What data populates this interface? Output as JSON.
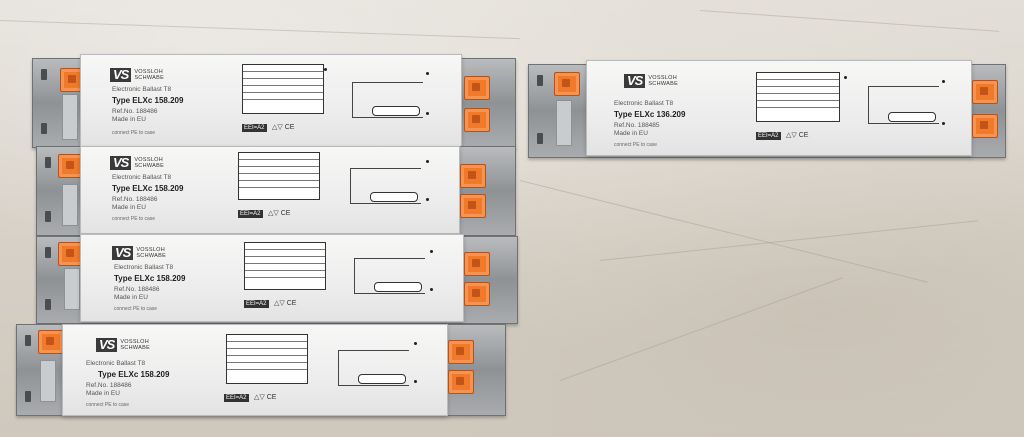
{
  "scene": {
    "description_free": true,
    "ballasts": [
      {
        "id": "ballast-1",
        "brand_mark": "VS",
        "brand_name": "VOSSLOH SCHWABE",
        "product_line": "Electronic Ballast T8",
        "type": "Type ELXc 158.209",
        "ref": "Ref.No. 188486",
        "made_in": "Made in EU",
        "eei": "EEI=A2",
        "connect_note": "connect PE to case"
      },
      {
        "id": "ballast-2",
        "brand_mark": "VS",
        "brand_name": "VOSSLOH SCHWABE",
        "product_line": "Electronic Ballast T8",
        "type": "Type ELXc 158.209",
        "ref": "Ref.No. 188486",
        "made_in": "Made in EU",
        "eei": "EEI=A2",
        "connect_note": "connect PE to case"
      },
      {
        "id": "ballast-3",
        "brand_mark": "VS",
        "brand_name": "VOSSLOH SCHWABE",
        "product_line": "Electronic Ballast T8",
        "type": "Type ELXc 158.209",
        "ref": "Ref.No. 188486",
        "made_in": "Made in EU",
        "eei": "EEI=A2",
        "connect_note": "connect PE to case"
      },
      {
        "id": "ballast-4",
        "brand_mark": "VS",
        "brand_name": "VOSSLOH SCHWABE",
        "product_line": "Electronic Ballast T8",
        "type": "Type ELXc 158.209",
        "ref": "Ref.No. 188486",
        "made_in": "Made in EU",
        "eei": "EEI=A2",
        "connect_note": "connect PE to case"
      },
      {
        "id": "ballast-5",
        "brand_mark": "VS",
        "brand_name": "VOSSLOH SCHWABE",
        "product_line": "Electronic Ballast T8",
        "type": "Type ELXc 136.209",
        "ref": "Ref.No. 188485",
        "made_in": "Made in EU",
        "eei": "EEI=A2",
        "connect_note": "connect PE to case"
      }
    ],
    "colors": {
      "floor": "#d8d3ca",
      "ballast_body": "#efefee",
      "tray_metal": "#9c9ea1",
      "terminal_orange": "#f07a2a"
    }
  }
}
